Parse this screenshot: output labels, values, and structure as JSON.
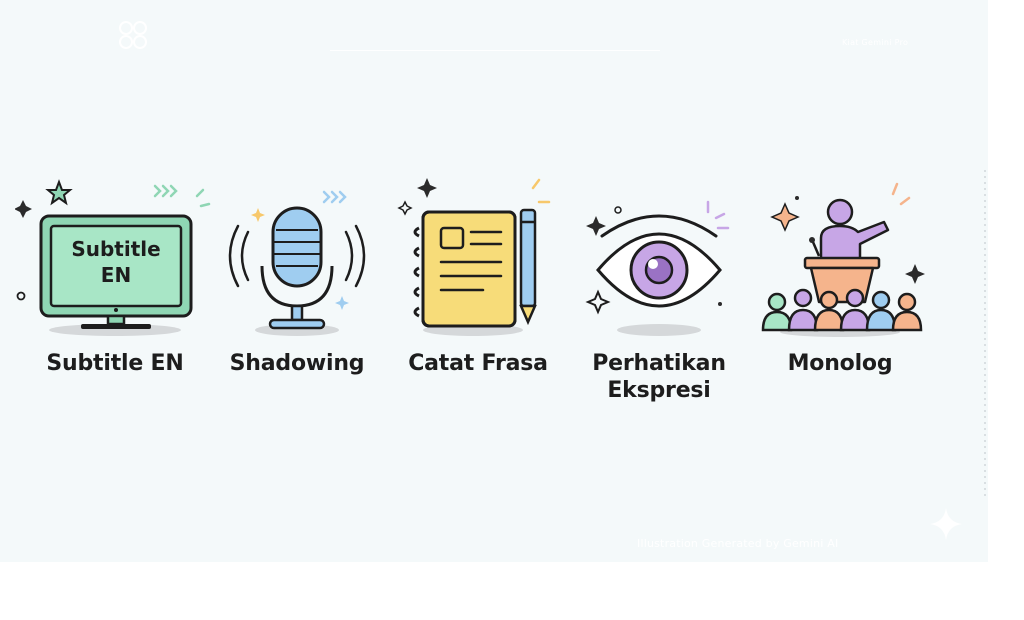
{
  "header": {
    "right_label": "Kiat Gemini Pro"
  },
  "items": [
    {
      "name": "subtitle-en",
      "label_lines": [
        "Subtitle EN"
      ],
      "screen_lines": [
        "Subtitle",
        "EN"
      ],
      "icon": "tv-icon",
      "color": "#a8e6c6"
    },
    {
      "name": "shadowing",
      "label_lines": [
        "Shadowing"
      ],
      "icon": "microphone-icon",
      "color": "#9fcdf0"
    },
    {
      "name": "catat-frasa",
      "label_lines": [
        "Catat Frasa"
      ],
      "icon": "notebook-icon",
      "color": "#f7dc79"
    },
    {
      "name": "perhatikan-ekspresi",
      "label_lines": [
        "Perhatikan",
        "Ekspresi"
      ],
      "icon": "eye-icon",
      "color": "#c7a6e6"
    },
    {
      "name": "monolog",
      "label_lines": [
        "Monolog"
      ],
      "icon": "speaker-podium-icon",
      "color": "#f5b48c"
    }
  ],
  "footer": {
    "credit": "Illustration Generated by Gemini AI"
  }
}
